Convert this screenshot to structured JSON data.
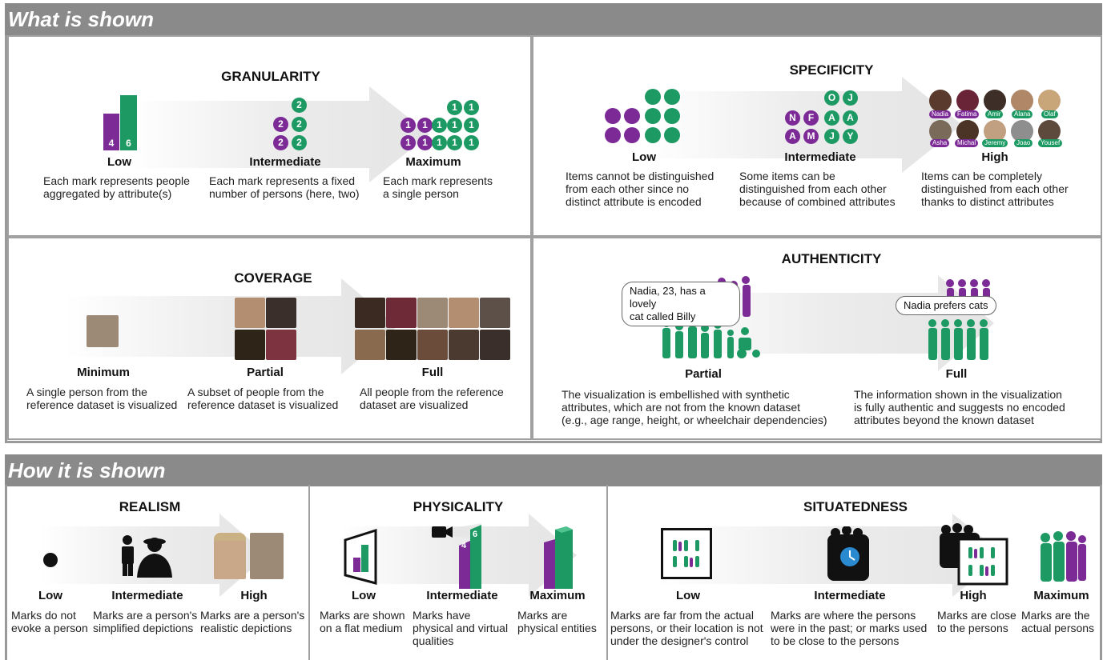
{
  "sections": {
    "what": "What is shown",
    "how": "How it is shown"
  },
  "granularity": {
    "title": "GRANULARITY",
    "low": {
      "label": "Low",
      "desc": "Each mark represents people\naggregated by attribute(s)",
      "bar_values": [
        "4",
        "6"
      ]
    },
    "intermediate": {
      "label": "Intermediate",
      "desc": "Each mark represents a fixed\nnumber of persons (here, two)",
      "dot_value": "2"
    },
    "maximum": {
      "label": "Maximum",
      "desc": "Each mark represents\na single person",
      "dot_value": "1"
    }
  },
  "specificity": {
    "title": "SPECIFICITY",
    "low": {
      "label": "Low",
      "desc": "Items cannot be distinguished\nfrom each other since no\ndistinct attribute is encoded"
    },
    "intermediate": {
      "label": "Intermediate",
      "desc": "Some items can be\ndistinguished from each other\nbecause of combined attributes",
      "letters": [
        "O",
        "J",
        "N",
        "F",
        "A",
        "A",
        "A",
        "M",
        "J",
        "Y"
      ]
    },
    "high": {
      "label": "High",
      "desc": "Items can be completely\ndistinguished from each other\nthanks to distinct attributes",
      "names": [
        "Nadia",
        "Fatima",
        "Amir",
        "Alana",
        "Olaf",
        "Asha",
        "Michal",
        "Jeremy",
        "Joao",
        "Yousef"
      ]
    }
  },
  "coverage": {
    "title": "COVERAGE",
    "minimum": {
      "label": "Minimum",
      "desc": "A single person from the\nreference dataset is visualized"
    },
    "partial": {
      "label": "Partial",
      "desc": "A subset of people from the\nreference dataset is visualized"
    },
    "full": {
      "label": "Full",
      "desc": "All people from the reference\ndataset are visualized"
    }
  },
  "authenticity": {
    "title": "AUTHENTICITY",
    "partial": {
      "label": "Partial",
      "bubble": "Nadia, 23, has a lovely\ncat called Billy",
      "desc": "The visualization is embellished with synthetic\nattributes, which are not from the known dataset\n(e.g., age range, height, or wheelchair dependencies)"
    },
    "full": {
      "label": "Full",
      "bubble": "Nadia prefers cats",
      "desc": "The information shown in the visualization\nis fully authentic and suggests no encoded\nattributes beyond the known dataset"
    }
  },
  "realism": {
    "title": "REALISM",
    "low": {
      "label": "Low",
      "desc": "Marks do not\nevoke a person"
    },
    "intermediate": {
      "label": "Intermediate",
      "desc": "Marks are a person's\nsimplified depictions"
    },
    "high": {
      "label": "High",
      "desc": "Marks are a person's\nrealistic depictions"
    }
  },
  "physicality": {
    "title": "PHYSICALITY",
    "low": {
      "label": "Low",
      "desc": "Marks are shown\non a flat medium"
    },
    "intermediate": {
      "label": "Intermediate",
      "desc": "Marks have\nphysical and virtual\nqualities",
      "bar_values": [
        "4",
        "6"
      ]
    },
    "maximum": {
      "label": "Maximum",
      "desc": "Marks are\nphysical entities"
    }
  },
  "situatedness": {
    "title": "SITUATEDNESS",
    "low": {
      "label": "Low",
      "desc": "Marks are far from the actual\npersons, or their location is not\nunder the designer's control"
    },
    "intermediate": {
      "label": "Intermediate",
      "desc": "Marks are where the persons\nwere in the past; or marks used\nto be close to the persons"
    },
    "high": {
      "label": "High",
      "desc": "Marks are close\nto the persons"
    },
    "maximum": {
      "label": "Maximum",
      "desc": "Marks are the\nactual persons"
    }
  },
  "colors": {
    "purple": "#7b2a96",
    "green": "#1d9a63",
    "header": "#8a8a8a",
    "arrow": "#e6e6e6"
  }
}
